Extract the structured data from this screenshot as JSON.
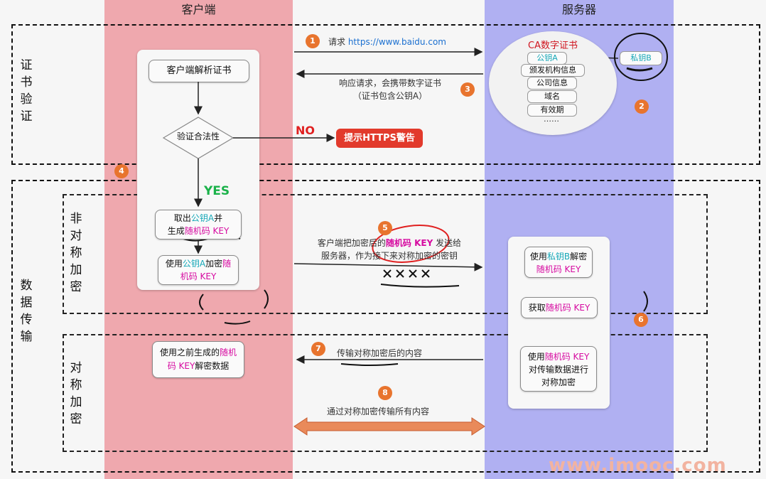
{
  "lanes": {
    "client": "客户端",
    "server": "服务器"
  },
  "sections": {
    "cert_verify": [
      "证",
      "书",
      "验",
      "证"
    ],
    "data_transfer": [
      "数",
      "据",
      "传",
      "输"
    ],
    "asymmetric": [
      "非",
      "对",
      "称",
      "加",
      "密"
    ],
    "symmetric": [
      "对",
      "称",
      "加",
      "密"
    ]
  },
  "steps": {
    "s1": {
      "num": "1",
      "text_a": "请求 ",
      "text_b": "https://www.baidu.com"
    },
    "s2": {
      "num": "2"
    },
    "s3": {
      "num": "3",
      "line1": "响应请求，会携带数字证书",
      "line2": "（证书包含公钥A）"
    },
    "s4": {
      "num": "4"
    },
    "s5": {
      "num": "5",
      "pre": "客户端把加密后的",
      "key": "随机码 KEY",
      "post": " 发送给",
      "line2": "服务器，作为接下来对称加密的密钥"
    },
    "s6": {
      "num": "6"
    },
    "s7": {
      "num": "7",
      "text": "传输对称加密后的内容"
    },
    "s8": {
      "num": "8",
      "text": "通过对称加密传输所有内容"
    }
  },
  "client_flow": {
    "parse": "客户端解析证书",
    "verify": "验证合法性",
    "no": "NO",
    "warning": "提示HTTPS警告",
    "yes": "YES",
    "take_a": "取出",
    "take_b": "公钥A",
    "take_c": "并",
    "take_d": "生成",
    "take_e": "随机码 KEY",
    "enc_a": "使用",
    "enc_b": "公钥A",
    "enc_c": "加密",
    "enc_d": "随",
    "enc_e": "机码 KEY",
    "dec_a": "使用之前生成的",
    "dec_b": "随机",
    "dec_c": "码 KEY",
    "dec_d": "解密数据"
  },
  "certificate": {
    "title": "CA数字证书",
    "items": [
      "公钥A",
      "颁发机构信息",
      "公司信息",
      "域名",
      "有效期",
      "……"
    ],
    "private_key": "私钥B"
  },
  "server_flow": {
    "dec_a": "使用",
    "dec_b": "私钥B",
    "dec_c": "解密",
    "dec_d": "随机码 KEY",
    "get_a": "获取",
    "get_b": "随机码 KEY",
    "sym_a": "使用",
    "sym_b": "随机码 KEY",
    "sym_c": "对传输数据进行",
    "sym_d": "对称加密"
  },
  "watermark": "www.imooc.com"
}
